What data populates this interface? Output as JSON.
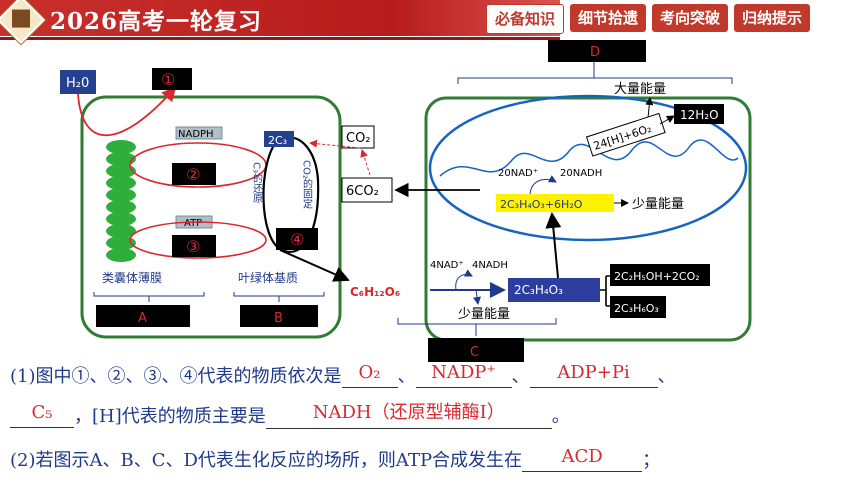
{
  "header": {
    "title": "2026高考一轮复习",
    "tabs": [
      {
        "label": "必备知识",
        "active": true
      },
      {
        "label": "细节拾遗",
        "active": false
      },
      {
        "label": "考向突破",
        "active": false
      },
      {
        "label": "归纳提示",
        "active": false
      }
    ]
  },
  "colors": {
    "accent": "#c0392b",
    "question_text": "#1f3a8a",
    "answer": "#d8292f",
    "chloroplast": "#2e7d32",
    "mito": "#1565c0"
  },
  "diagram": {
    "h2o": "H₂0",
    "m1": "①",
    "m2": "②",
    "m3": "③",
    "m4": "④",
    "nadph": "NADPH",
    "atp": "ATP",
    "c3": "2C₃",
    "c3_reduction": "C₃的还原",
    "co2_fixation": "CO₂的固定",
    "co2_box": "CO₂",
    "co2_6": "6CO₂",
    "thylakoid": "类囊体薄膜",
    "stroma": "叶绿体基质",
    "glucose": "C₆H₁₂O₆",
    "label_a": "A",
    "label_b": "B",
    "label_c": "C",
    "label_d": "D",
    "much_energy": "大量能量",
    "water12": "12H₂O",
    "h24": "24[H]+6O₂",
    "nad20": "20NAD⁺",
    "nadh20": "20NADH",
    "pyruvate_water": "2C₃H₄O₃+6H₂O",
    "little_energy1": "少量能量",
    "nad4": "4NAD⁺",
    "nadh4": "4NADH",
    "pyruvate": "2C₃H₄O₃",
    "little_energy2": "少量能量",
    "ethanol": "2C₂H₅OH+2CO₂",
    "lactate": "2C₃H₆O₃"
  },
  "questions": {
    "q1_prefix": "(1)图中①、②、③、④代表的物质依次是",
    "a1": "O₂",
    "a2": "NADP⁺",
    "a3": "ADP+Pi",
    "a4": "C₅",
    "sep": "、",
    "q1_mid": "，[H]代表的物质主要是",
    "a5": "NADH（还原型辅酶I）",
    "q1_end": "。",
    "q2_prefix": "(2)若图示A、B、C、D代表生化反应的场所，则ATP合成发生在",
    "a6": "ACD",
    "q2_end": "；"
  }
}
